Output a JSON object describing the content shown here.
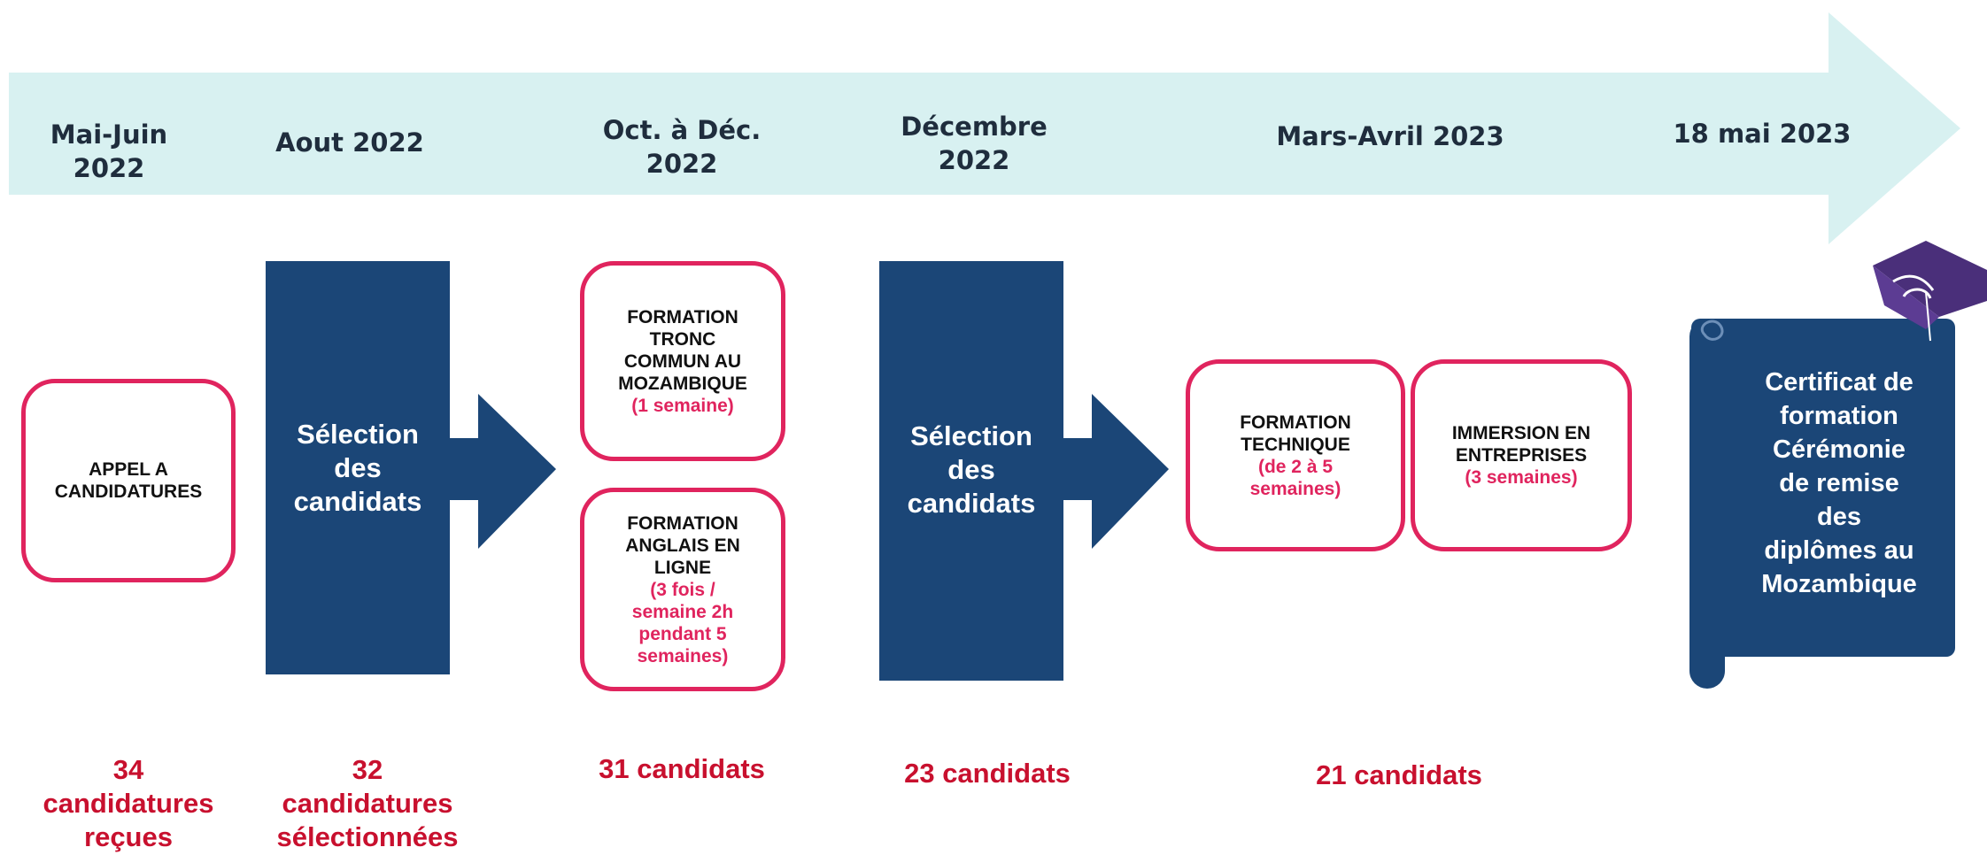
{
  "timeline": {
    "dates": [
      "Mai-Juin\n2022",
      "Aout 2022",
      "Oct. à Déc.\n2022",
      "Décembre\n2022",
      "Mars-Avril 2023",
      "18 mai 2023"
    ]
  },
  "steps": {
    "appel": {
      "title": "APPEL A\nCANDIDATURES"
    },
    "selection_1": {
      "label": "Sélection\ndes\ncandidats"
    },
    "formation_tronc": {
      "title": "FORMATION\nTRONC\nCOMMUN AU\nMOZAMBIQUE",
      "note": "(1 semaine)"
    },
    "formation_anglais": {
      "title": "FORMATION\nANGLAIS EN\nLIGNE",
      "note": "(3 fois /\nsemaine 2h\npendant 5\nsemaines)"
    },
    "selection_2": {
      "label": "Sélection\ndes\ncandidats"
    },
    "formation_technique": {
      "title": "FORMATION\nTECHNIQUE",
      "note": "(de 2 à 5\nsemaines)"
    },
    "immersion": {
      "title": "IMMERSION EN\nENTREPRISES",
      "note": "(3 semaines)"
    },
    "certificat": {
      "text": "Certificat de\nformation\nCérémonie\nde remise\ndes\ndiplômes au\nMozambique"
    }
  },
  "counts": [
    "34\ncandidatures\nreçues",
    "32\ncandidatures\nsélectionnées",
    "31 candidats",
    "23 candidats",
    "21 candidats"
  ],
  "colors": {
    "timeline_band": "#d8f1f1",
    "navy": "#1b4677",
    "pink": "#e0245e",
    "count_red": "#c8102e"
  }
}
